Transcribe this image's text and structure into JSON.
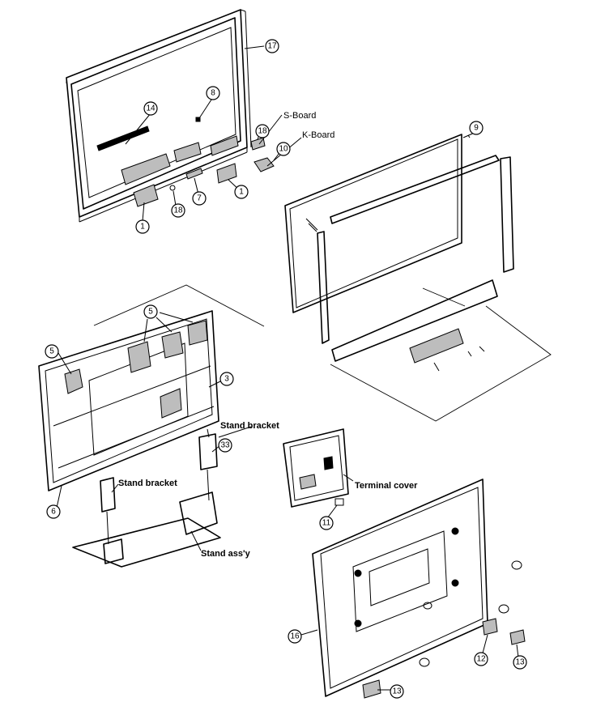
{
  "callouts": {
    "c17": "17",
    "c14": "14",
    "c8": "8",
    "c18a": "18",
    "c10": "10",
    "c1a": "1",
    "c18b": "18",
    "c7": "7",
    "c1b": "1",
    "c9": "9",
    "c5a": "5",
    "c5b": "5",
    "c3": "3",
    "c33": "33",
    "c6": "6",
    "c11": "11",
    "c16": "16",
    "c12": "12",
    "c13a": "13",
    "c13b": "13"
  },
  "labels": {
    "s_board": "S-Board",
    "k_board": "K-Board",
    "stand_bracket_right": "Stand bracket",
    "stand_bracket_left": "Stand bracket",
    "stand_assy": "Stand ass'y",
    "terminal_cover": "Terminal cover"
  }
}
